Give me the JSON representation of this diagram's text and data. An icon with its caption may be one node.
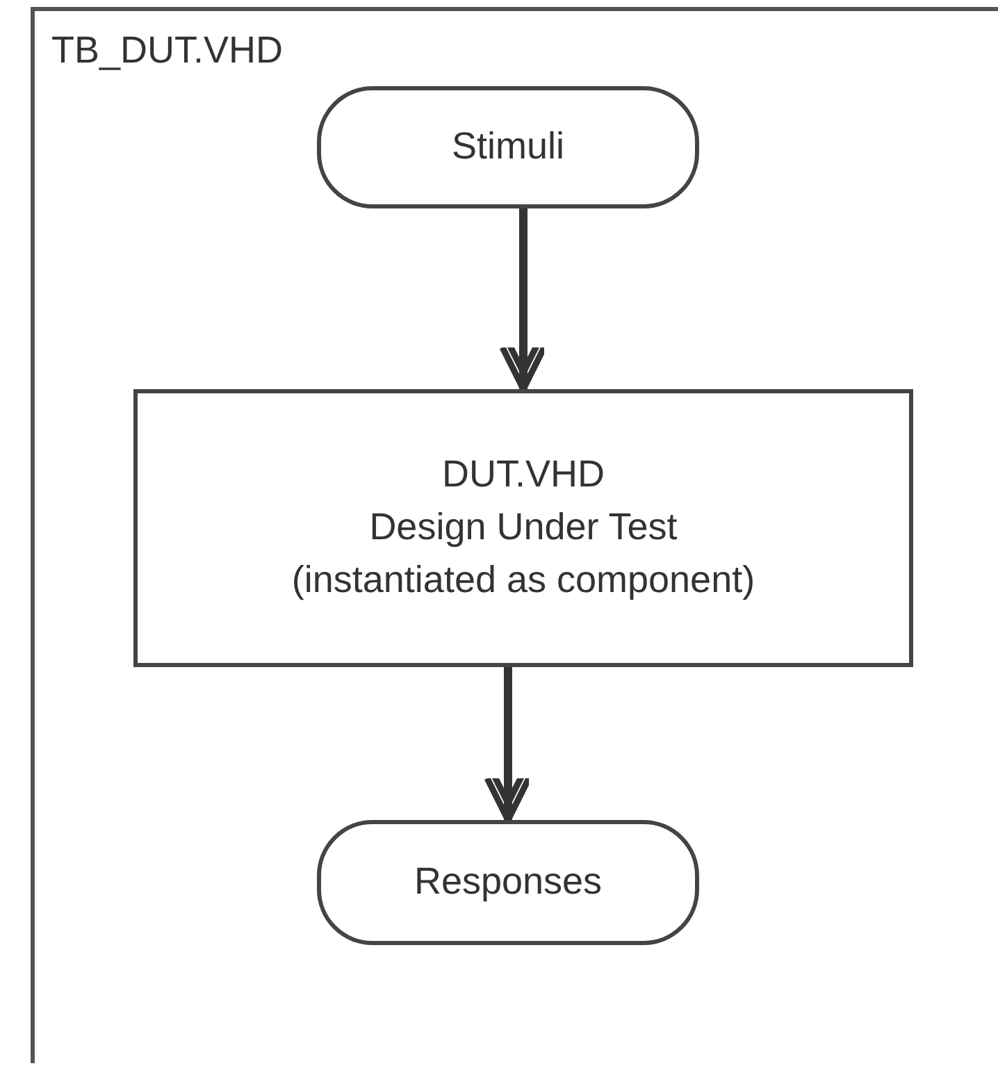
{
  "diagram": {
    "nodes": [
      {
        "text": [
          "TB_DUT.VHD"
        ]
      },
      {
        "text": [
          "Stimuli"
        ],
        "in": 0
      },
      {
        "text": [
          "DUT.VHD",
          "Design Under Test",
          "(instantiated as component)"
        ],
        "in": 0
      },
      {
        "text": [
          "Responses"
        ],
        "in": 0
      }
    ],
    "edges": [
      {
        "from": 1,
        "to": 2,
        "arrow": "to"
      },
      {
        "from": 2,
        "to": 3,
        "arrow": "to"
      }
    ]
  }
}
